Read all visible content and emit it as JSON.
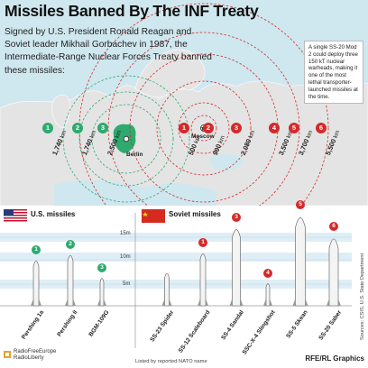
{
  "title": "Missiles Banned By The INF Treaty",
  "intro": "Signed by U.S. President Ronald Reagan and Soviet leader Mikhail Gorbachev in 1987, the Intermediate-Range Nuclear Forces Treaty banned these missiles:",
  "callout": "A single SS-20 Mod 2 could deploy three 150 kT nuclear warheads, making it one of the most lethal transporter-launched missiles at the time.",
  "cities": {
    "berlin": "Berlin",
    "moscow": "Moscow"
  },
  "ranges": [
    {
      "n": "1",
      "value": "1,740",
      "unit": "km",
      "color": "#2eaa6e"
    },
    {
      "n": "2",
      "value": "1,740",
      "unit": "km",
      "color": "#2eaa6e"
    },
    {
      "n": "3",
      "value": "2,500",
      "unit": "km",
      "color": "#2eaa6e"
    },
    {
      "n": "1",
      "value": "500",
      "unit": "km",
      "color": "#d32a2a"
    },
    {
      "n": "2",
      "value": "900",
      "unit": "km",
      "color": "#d32a2a"
    },
    {
      "n": "3",
      "value": "2,080",
      "unit": "km",
      "color": "#d32a2a"
    },
    {
      "n": "4",
      "value": "3,500",
      "unit": "km",
      "color": "#d32a2a"
    },
    {
      "n": "5",
      "value": "3,700",
      "unit": "km",
      "color": "#d32a2a"
    },
    {
      "n": "6",
      "value": "5,500",
      "unit": "km",
      "color": "#d32a2a"
    }
  ],
  "sections": {
    "us": "U.S. missiles",
    "soviet": "Soviet missiles"
  },
  "scale": [
    "15m",
    "10m",
    "5m"
  ],
  "us_missiles": [
    {
      "n": "1",
      "name": "Pershing 1a"
    },
    {
      "n": "2",
      "name": "Pershing II"
    },
    {
      "n": "3",
      "name": "BGM-109G"
    }
  ],
  "soviet_missiles": [
    {
      "n": "",
      "name": "SS-23 Spider"
    },
    {
      "n": "1",
      "name": "SS-12 Scaleboard"
    },
    {
      "n": "3",
      "name": "SS-4 Sandal"
    },
    {
      "n": "4",
      "name": "SSC-X-4 Slingshot"
    },
    {
      "n": "5",
      "name": "SS-5 Skean"
    },
    {
      "n": "6",
      "name": "SS-20 Saber"
    }
  ],
  "note": "Listed by reported NATO name",
  "sources": "Sources: CSIS, U.S. State Department",
  "brand": "RFE/RL Graphics",
  "logo": {
    "line1": "RadioFreeEurope",
    "line2": "RadioLiberty"
  },
  "colors": {
    "us": "#2eaa6e",
    "soviet": "#d32a2a",
    "sea": "#cfe7ef",
    "land": "#e4e4e4",
    "band": "#dfeef6"
  }
}
